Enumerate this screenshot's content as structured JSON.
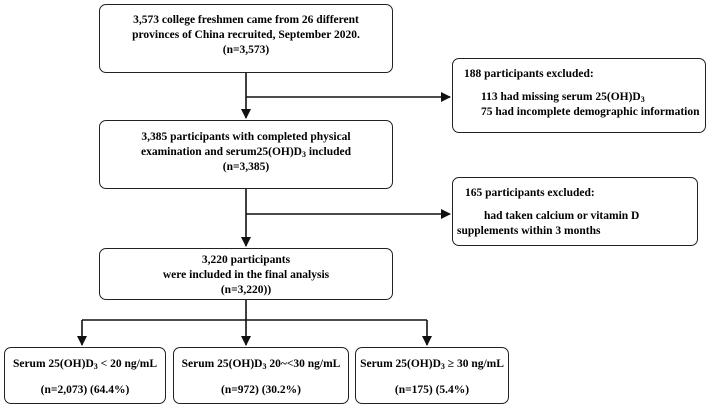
{
  "boxes": {
    "recruited": {
      "line1": "3,573 college freshmen came from 26 different",
      "line2": "provinces of China recruited,  September 2020.",
      "line3": "(n=3,573)"
    },
    "excluded_first": {
      "title": "188 participants excluded:",
      "item1_main": "113 had missing serum 25(OH)D",
      "item1_sub": "3",
      "item2": "75  had incomplete demographic information"
    },
    "included_exam": {
      "line1": "3,385 participants with completed physical",
      "line2_main": "examination and serum25(OH)D",
      "line2_sub": "3",
      "line2_end": " included",
      "line3": "(n=3,385)"
    },
    "excluded_second": {
      "title": "165 participants excluded:",
      "line1": "had taken calcium or vitamin D",
      "line2": "supplements within 3 months"
    },
    "final_analysis": {
      "line1": "3,220 participants",
      "line2": "were included in the final analysis",
      "line3": "(n=3,220))"
    },
    "group_low": {
      "label_main": "Serum 25(OH)D",
      "label_sub": "3",
      "label_end": " < 20 ng/mL",
      "count": "(n=2,073) (64.4%)"
    },
    "group_mid": {
      "label_main": "Serum 25(OH)D",
      "label_sub": "3",
      "label_end": " 20~<30 ng/mL",
      "count": "(n=972) (30.2%)"
    },
    "group_high": {
      "label_main": "Serum 25(OH)D",
      "label_sub": "3",
      "label_end": " ≥ 30 ng/mL",
      "count": "(n=175) (5.4%)"
    }
  }
}
